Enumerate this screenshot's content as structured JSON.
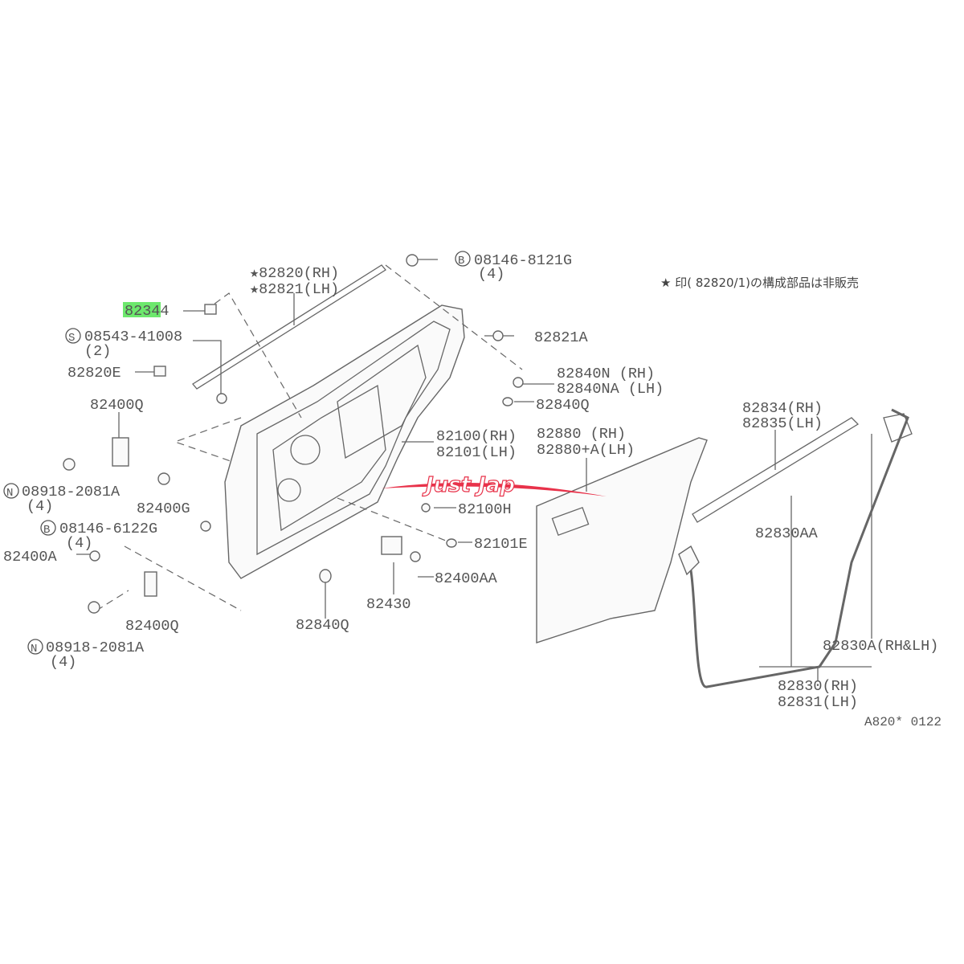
{
  "diagram": {
    "note": "★ 印( 82820/1)の構成部品は非販売",
    "highlight_color": "#6de86d",
    "logo": "Just Jap",
    "ref_code": "A820* 0122",
    "labels": {
      "p82820": "★82820(RH)",
      "p82821": "★82821(LH)",
      "p82344": "82344",
      "p08543": "08543-41008",
      "p08543_qty": "(2)",
      "p82820E": "82820E",
      "p82400Q_a": "82400Q",
      "p08918_a": "08918-2081A",
      "p08918_a_qty": "(4)",
      "p82400G": "82400G",
      "p08146_6122": "08146-6122G",
      "p08146_6122_qty": "(4)",
      "p82400A": "82400A",
      "p82400Q_b": "82400Q",
      "p08918_b": "08918-2081A",
      "p08918_b_qty": "(4)",
      "p08146_8121": "08146-8121G",
      "p08146_8121_qty": "(4)",
      "p82821A": "82821A",
      "p82840N": "82840N  (RH)",
      "p82840NA": "82840NA (LH)",
      "p82840Q_a": "82840Q",
      "p82100": "82100(RH)",
      "p82101": "82101(LH)",
      "p82880": "82880   (RH)",
      "p82880A": "82880+A(LH)",
      "p82100H": "82100H",
      "p82101E": "82101E",
      "p82400AA": "82400AA",
      "p82430": "82430",
      "p82840Q_b": "82840Q",
      "p82834": "82834(RH)",
      "p82835": "82835(LH)",
      "p82830AA": "82830AA",
      "p82830A": "82830A(RH&LH)",
      "p82830": "82830(RH)",
      "p82831": "82831(LH)"
    },
    "symbols": {
      "S": "S",
      "N": "N",
      "B": "B"
    }
  }
}
